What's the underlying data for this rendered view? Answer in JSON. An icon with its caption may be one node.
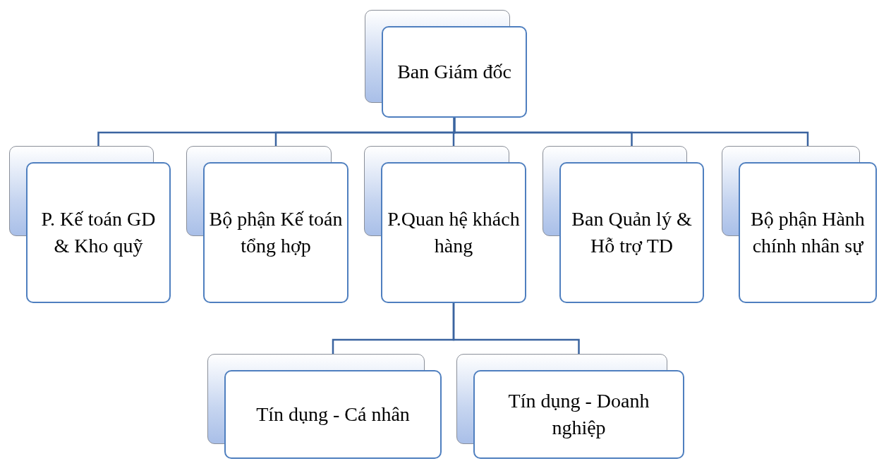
{
  "diagram": {
    "nodes": [
      {
        "text": [
          "Ban Giám đốc"
        ]
      },
      {
        "text": [
          "P. Kế toán GD & Kho quỹ"
        ]
      },
      {
        "text": [
          "Bộ phận Kế toán tổng hợp"
        ]
      },
      {
        "text": [
          "P.Quan hệ khách hàng"
        ]
      },
      {
        "text": [
          "Ban Quản lý & Hỗ trợ TD"
        ]
      },
      {
        "text": [
          "Bộ phận Hành chính nhân sự"
        ]
      },
      {
        "text": [
          "Tín dụng - Cá nhân"
        ]
      },
      {
        "text": [
          "Tín dụng - Doanh nghiệp"
        ]
      }
    ],
    "edges": [
      {
        "from": 0,
        "to": 1,
        "arrow": "none"
      },
      {
        "from": 0,
        "to": 2,
        "arrow": "none"
      },
      {
        "from": 0,
        "to": 3,
        "arrow": "none"
      },
      {
        "from": 0,
        "to": 4,
        "arrow": "none"
      },
      {
        "from": 0,
        "to": 5,
        "arrow": "none"
      },
      {
        "from": 3,
        "to": 6,
        "arrow": "none"
      },
      {
        "from": 3,
        "to": 7,
        "arrow": "none"
      }
    ]
  }
}
